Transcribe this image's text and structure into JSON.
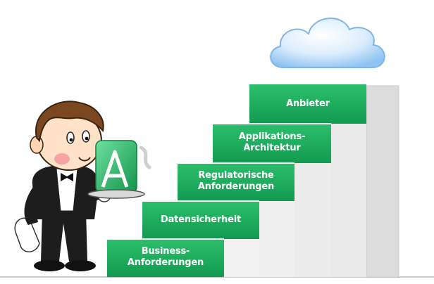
{
  "steps": [
    {
      "id": "business",
      "label": "Business-\nAnforderungen"
    },
    {
      "id": "datensicherheit",
      "label": "Datensicherheit"
    },
    {
      "id": "regulatorisch",
      "label": "Regulatorische\nAnforderungen"
    },
    {
      "id": "applikation",
      "label": "Applikations-\nArchitektur"
    },
    {
      "id": "anbieter",
      "label": "Anbieter"
    }
  ],
  "colors": {
    "step_green": "#1fae5f",
    "step_green_dark": "#13874a",
    "riser_light": "#e6e6e6",
    "riser_shade": "#d0d0d0",
    "cloud": "#cfe6fb",
    "suit": "#1d1d1d",
    "hair": "#7a4720"
  },
  "icons": {
    "waiter": "waiter-icon",
    "cloud": "cloud-icon",
    "logo": "a-logo-icon"
  }
}
